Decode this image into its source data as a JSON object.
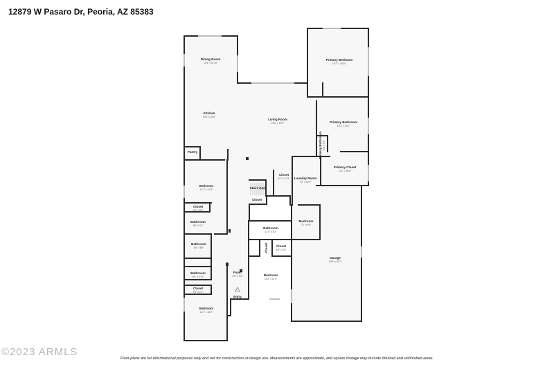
{
  "title": "12879 W Pasaro Dr, Peoria, AZ 85383",
  "disclaimer": "Floor plans are for informational purposes only and not for construction or design use. Measurements are approximate, and square footage may include finished and unfinished areas.",
  "watermark": "©2023 ARMLS",
  "colors": {
    "wall": "#2b2b2b",
    "floor": "#f7f7f7",
    "window": "#c8c8c8"
  },
  "rooms": [
    {
      "name": "Dining Room",
      "dims": "13'3\" x 11'10\""
    },
    {
      "name": "Kitchen",
      "dims": "13'5\" x 20'5\""
    },
    {
      "name": "Living Room",
      "dims": "21'8\" x 19'9\""
    },
    {
      "name": "Primary Bedroom",
      "dims": "16'7\" x 18'11\""
    },
    {
      "name": "Primary Bathroom",
      "dims": "14'2\" x 14'1\""
    },
    {
      "name": "Primary Bathroom",
      "dims": "5'4\" x 5'7\""
    },
    {
      "name": "Primary Closet",
      "dims": "13'1\" x 8'10\""
    },
    {
      "name": "Pantry",
      "dims": ""
    },
    {
      "name": "Bedroom",
      "dims": "11'1\" x 17'8\""
    },
    {
      "name": "Closet",
      "dims": "5'7\" x 10'1\""
    },
    {
      "name": "Laundry Room",
      "dims": "7'2\" x 12'9\""
    },
    {
      "name": "Stairs (Up)",
      "dims": ""
    },
    {
      "name": "Closet",
      "dims": ""
    },
    {
      "name": "Closet",
      "dims": "4'9\" x 2'8\""
    },
    {
      "name": "Bathroom",
      "dims": "8'5\" x 5'1\""
    },
    {
      "name": "Bathroom",
      "dims": "8'9\" x 8'8\""
    },
    {
      "name": "Mudroom",
      "dims": "7'2\" x 9'4\""
    },
    {
      "name": "Bathroom",
      "dims": "11'4\" x 5'2\""
    },
    {
      "name": "Closet",
      "dims": "5'6\" x 4'8\""
    },
    {
      "name": "Closet",
      "dims": ""
    },
    {
      "name": "Bathroom",
      "dims": "8'9\" x 4'11\""
    },
    {
      "name": "Closet",
      "dims": "4'9\" x 2'1\""
    },
    {
      "name": "Foyer",
      "dims": "5'8\" x 9'0\""
    },
    {
      "name": "Bedroom",
      "dims": "11'2\" x 11'0\""
    },
    {
      "name": "Garage",
      "dims": "20'8\" x 30'7\""
    },
    {
      "name": "Bedroom",
      "dims": "11'1\" x 10'2\""
    }
  ],
  "entry_label": "Entry"
}
